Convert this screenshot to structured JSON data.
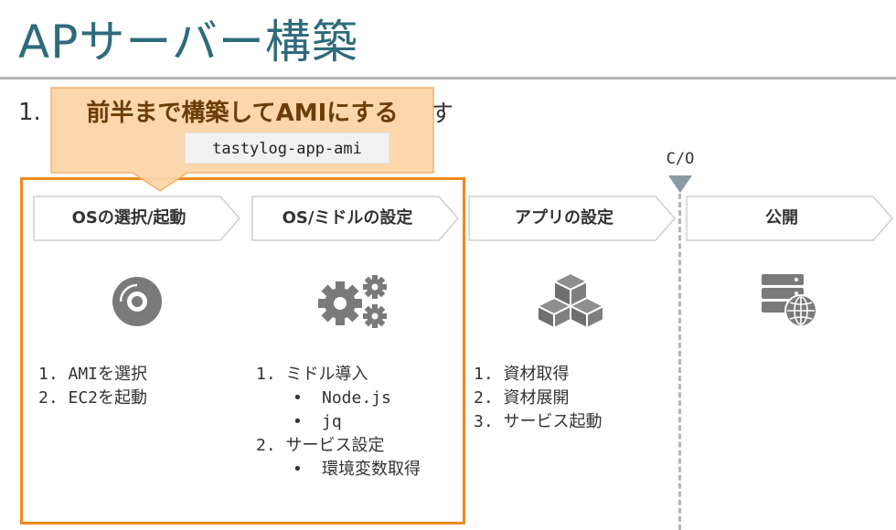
{
  "title": "APサーバー構築",
  "intro": {
    "number": "1.",
    "tail": "す"
  },
  "callout": {
    "text": "前半まで構築してAMIにする",
    "code": "tastylog-app-ami"
  },
  "cutover": {
    "label": "C/O"
  },
  "phases": [
    {
      "label": "OSの選択/起動",
      "icon": "disc-icon"
    },
    {
      "label": "OS/ミドルの設定",
      "icon": "gears-icon"
    },
    {
      "label": "アプリの設定",
      "icon": "cubes-icon"
    },
    {
      "label": "公開",
      "icon": "server-globe-icon"
    }
  ],
  "lists": {
    "os": [
      "1. AMIを選択",
      "2. EC2を起動"
    ],
    "middleware": {
      "item1": "1. ミドル導入",
      "item1_subs": [
        "Node.js",
        "jq"
      ],
      "item2": "2. サービス設定",
      "item2_subs": [
        "環境変数取得"
      ],
      "bullet": "•"
    },
    "app": [
      "1. 資材取得",
      "2. 資材展開",
      "3. サービス起動"
    ]
  },
  "colors": {
    "title": "#2e6b7b",
    "orange_border": "#ef8a1a",
    "callout_bg": "#fcd5a8",
    "callout_border": "#f3b06a",
    "callout_text": "#6b3d08",
    "icon_gray": "#7a7a7a",
    "divider": "#b5b5b5"
  }
}
